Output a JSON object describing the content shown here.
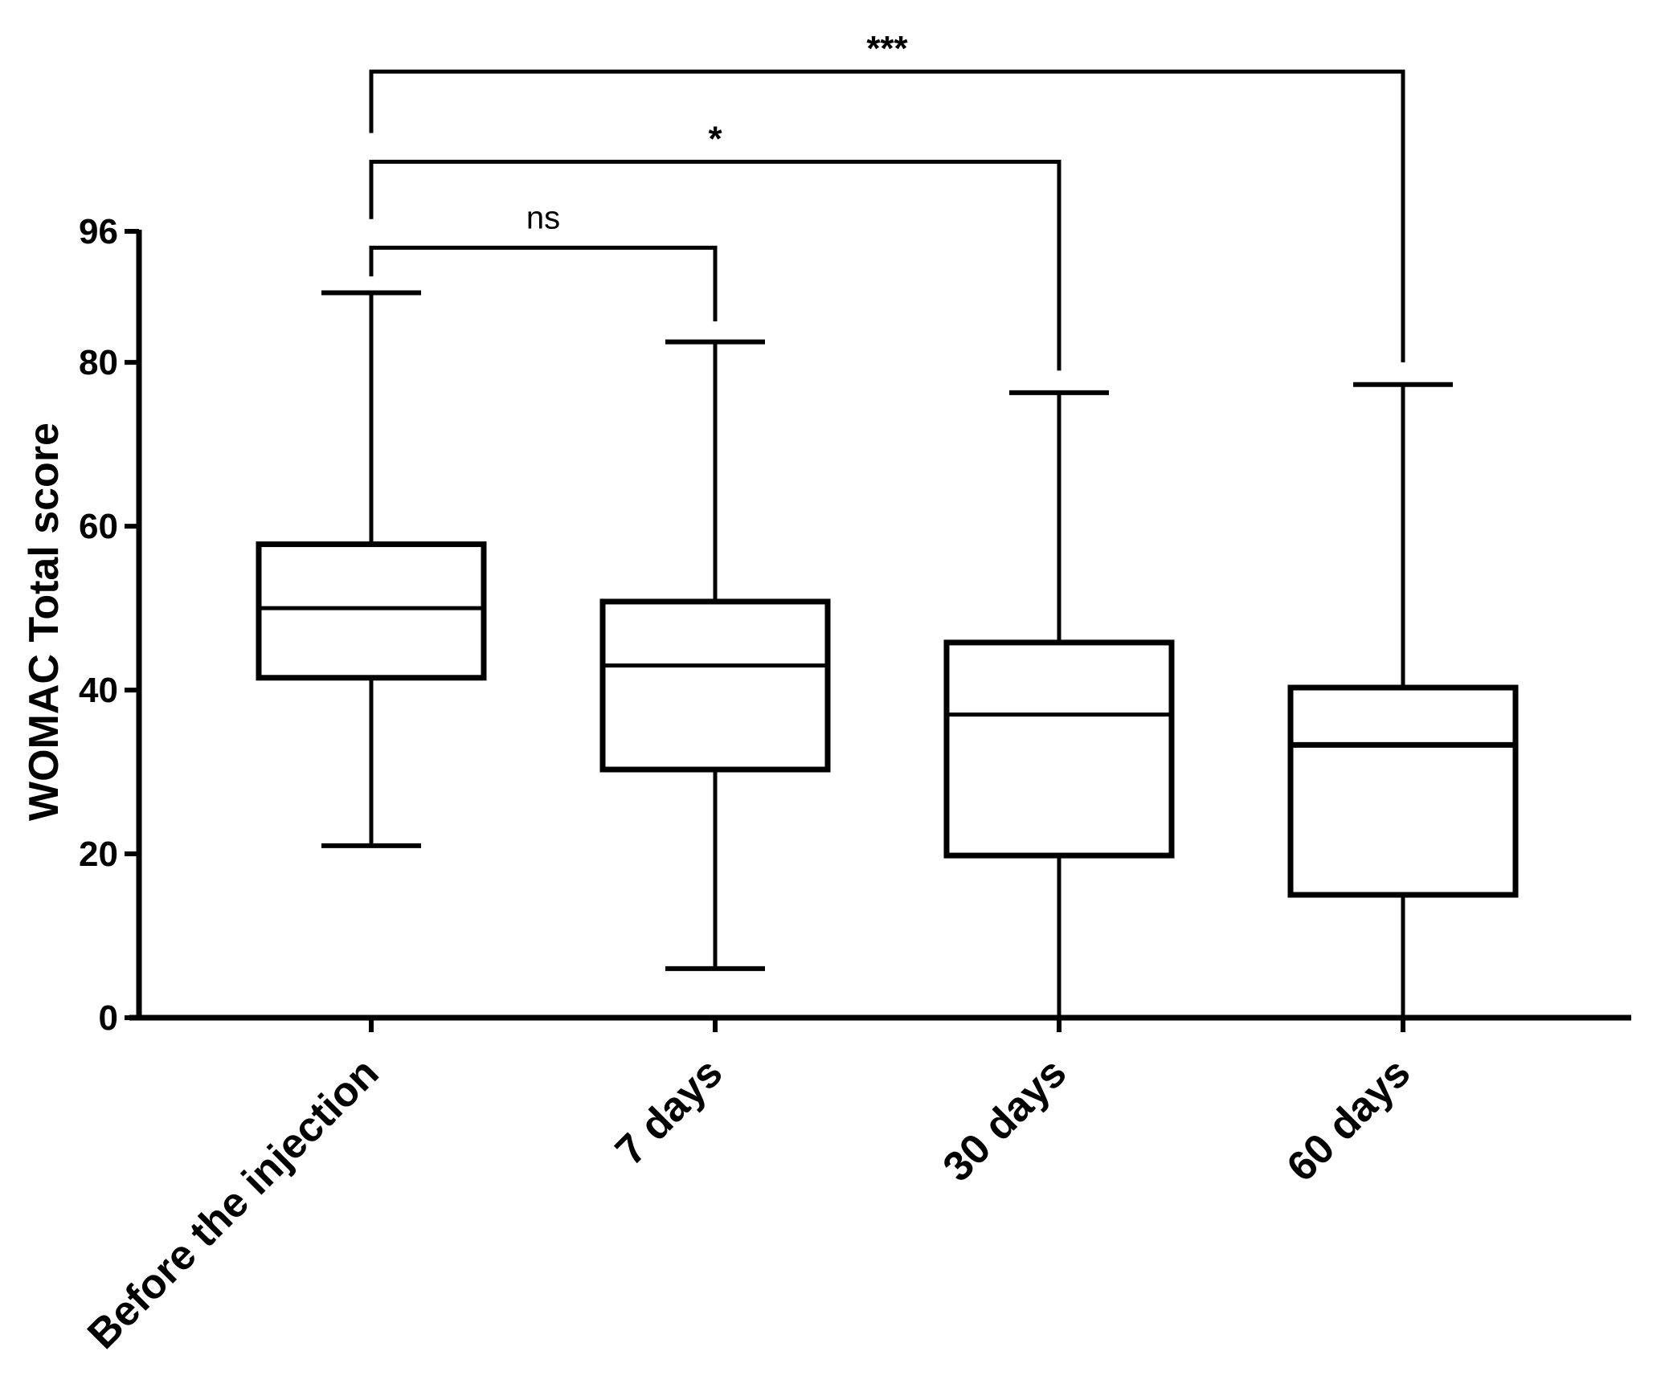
{
  "chart_data": {
    "type": "boxplot",
    "ylabel": "WOMAC  Total  score",
    "ylim": [
      0,
      96
    ],
    "yticks": [
      0,
      20,
      40,
      60,
      80,
      96
    ],
    "categories": [
      "Before the injection",
      "7 days",
      "30 days",
      "60 days"
    ],
    "boxes": [
      {
        "category": "Before the injection",
        "min": 21,
        "q1": 41.5,
        "median": 50,
        "q3": 57.8,
        "max": 88.5
      },
      {
        "category": "7 days",
        "min": 6,
        "q1": 30.3,
        "median": 43,
        "q3": 50.8,
        "max": 82.5
      },
      {
        "category": "30 days",
        "min": 0,
        "q1": 19.8,
        "median": 37,
        "q3": 45.8,
        "max": 76.3
      },
      {
        "category": "60 days",
        "min": 0,
        "q1": 15,
        "median": 33.3,
        "q3": 40.3,
        "max": 77.3
      }
    ],
    "comparisons": [
      {
        "from": "Before the injection",
        "to": "7 days",
        "label": "ns",
        "bracket_y": 94,
        "from_end": 90.5,
        "to_end": 85
      },
      {
        "from": "Before the injection",
        "to": "30 days",
        "label": "*",
        "bracket_y": 104.5,
        "from_end": 97.5,
        "to_end": 79
      },
      {
        "from": "Before the injection",
        "to": "60 days",
        "label": "***",
        "bracket_y": 115.5,
        "from_end": 108,
        "to_end": 80
      }
    ]
  }
}
